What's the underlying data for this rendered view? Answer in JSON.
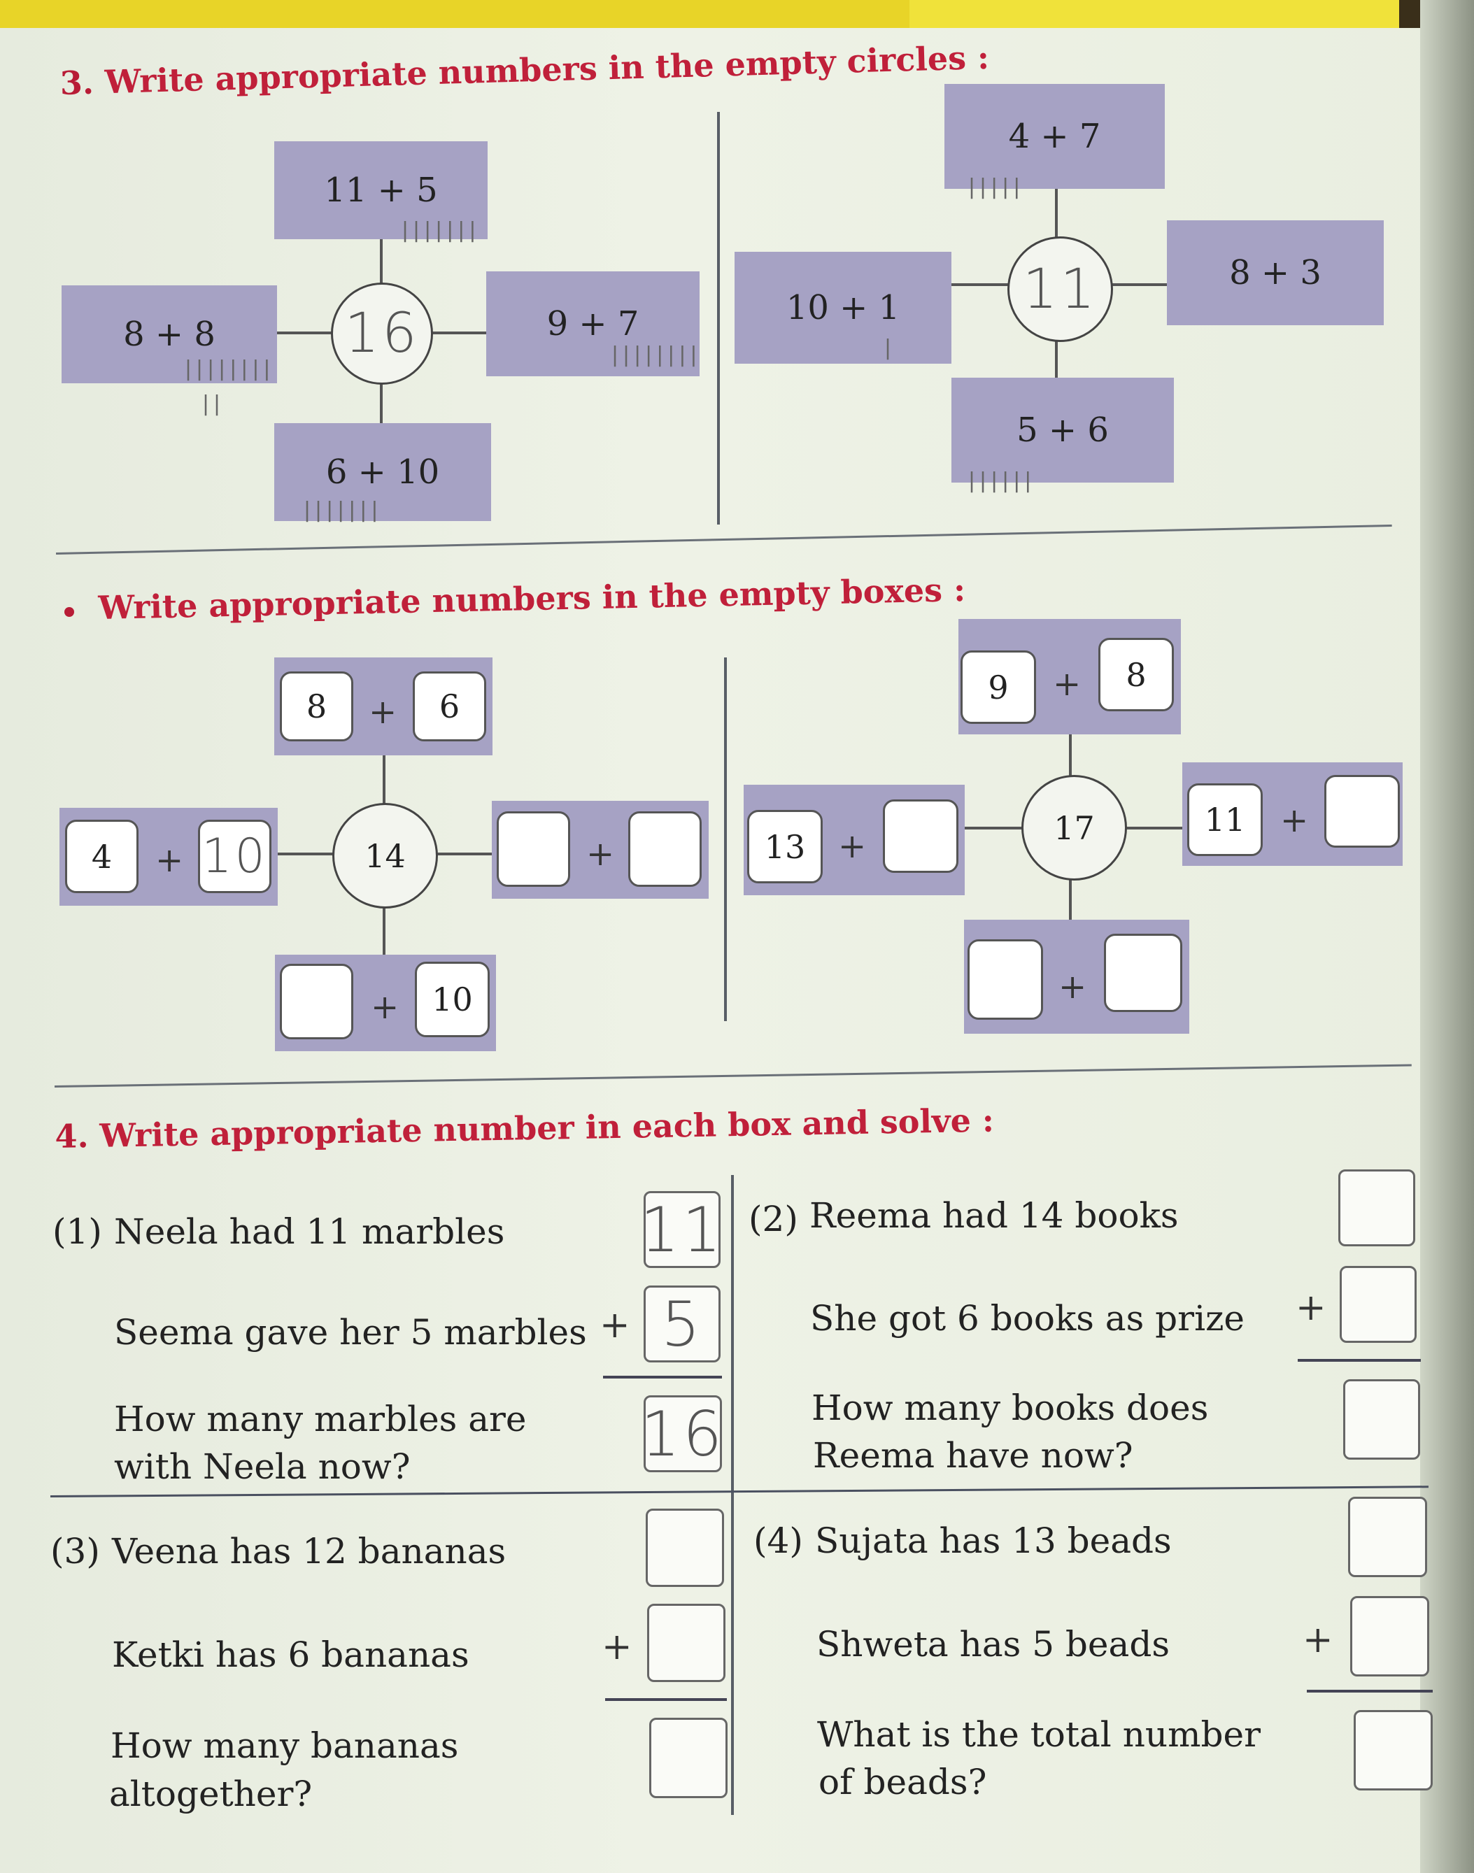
{
  "q3": {
    "heading_num": "3.",
    "heading_text": "Write appropriate numbers in the empty circles :",
    "left": {
      "top": "11 + 5",
      "left": "8 + 8",
      "right": "9 + 7",
      "bottom": "6 + 10",
      "center": "16"
    },
    "right": {
      "top": "4 + 7",
      "left": "10 + 1",
      "right": "8 + 3",
      "bottom": "5 + 6",
      "center": "11"
    }
  },
  "boxes": {
    "heading_text": "Write appropriate numbers in the empty boxes :",
    "left": {
      "center": "14",
      "top": {
        "a": "8",
        "b": "6"
      },
      "left": {
        "a": "4",
        "b": "10"
      },
      "right": {
        "a": "",
        "b": ""
      },
      "bottom": {
        "a": "",
        "b": "10"
      }
    },
    "right": {
      "center": "17",
      "top": {
        "a": "9",
        "b": "8"
      },
      "left": {
        "a": "13",
        "b": ""
      },
      "right": {
        "a": "11",
        "b": ""
      },
      "bottom": {
        "a": "",
        "b": ""
      }
    },
    "plus": "+"
  },
  "q4": {
    "heading_num": "4.",
    "heading_text": "Write appropriate number in each box and solve :",
    "p1": {
      "label": "(1)",
      "line1": "Neela had 11 marbles",
      "line2": "Seema gave her 5 marbles",
      "line3": "How many marbles are",
      "line4": "with Neela now?",
      "a": "11",
      "b": "5",
      "sum": "16"
    },
    "p2": {
      "label": "(2)",
      "line1": "Reema had 14 books",
      "line2": "She got 6 books as prize",
      "line3": "How many books does",
      "line4": "Reema have now?",
      "a": "",
      "b": "",
      "sum": ""
    },
    "p3": {
      "label": "(3)",
      "line1": "Veena has 12 bananas",
      "line2": "Ketki has 6 bananas",
      "line3": "How many bananas",
      "line4": "altogether?",
      "a": "",
      "b": "",
      "sum": ""
    },
    "p4": {
      "label": "(4)",
      "line1": "Sujata has 13 beads",
      "line2": "Shweta has 5 beads",
      "line3": "What is the total number",
      "line4": "of beads?",
      "a": "",
      "b": "",
      "sum": ""
    },
    "plus": "+"
  }
}
